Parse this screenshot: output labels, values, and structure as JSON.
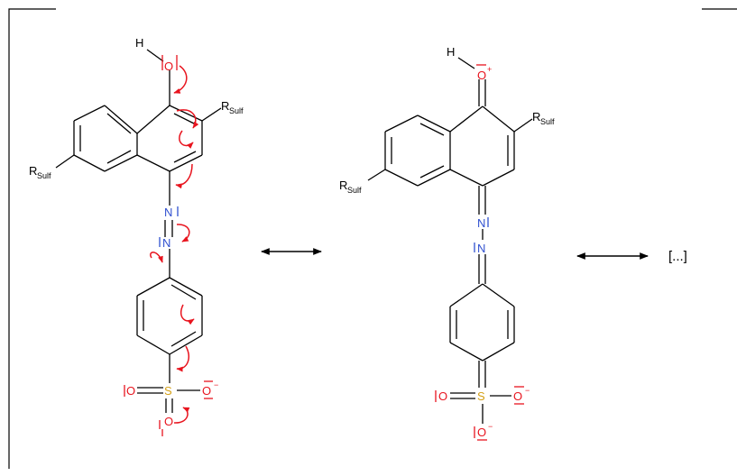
{
  "colors": {
    "bond": "#000000",
    "oxygen": "#e8141e",
    "nitrogen": "#3050d0",
    "sulfur": "#d4a017",
    "arrow": "#e8141e"
  },
  "labels": {
    "h": "H",
    "o": "O",
    "n": "N",
    "s": "S",
    "r": "R",
    "sulf": "Sulf",
    "minus": "−",
    "plus": "+",
    "ellipsis": "[...]"
  }
}
